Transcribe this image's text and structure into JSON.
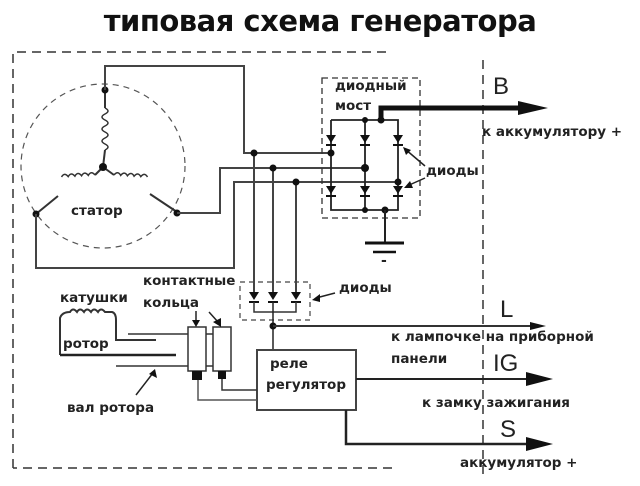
{
  "title": "типовая схема генератора",
  "labels": {
    "stator": "статор",
    "diode_bridge_line1": "диодный",
    "diode_bridge_line2": "мост",
    "diodes_bridge": "диоды",
    "diodes_aux": "диоды",
    "coils": "катушки",
    "rotor": "ротор",
    "slip_rings_line1": "контактные",
    "slip_rings_line2": "кольца",
    "rotor_shaft": "вал ротора",
    "regulator_line1": "реле",
    "regulator_line2": "регулятор",
    "ground_minus": "-"
  },
  "terminals": [
    {
      "id": "B",
      "label": "B",
      "description": "к аккумулятору +"
    },
    {
      "id": "L",
      "label": "L",
      "description_line1": "к лампочке на приборной",
      "description_line2": "панели"
    },
    {
      "id": "IG",
      "label": "IG",
      "description": "к замку зажигания"
    },
    {
      "id": "S",
      "label": "S",
      "description": "аккумулятор +"
    }
  ],
  "colors": {
    "line": "#333333",
    "text": "#222222",
    "background": "#ffffff"
  }
}
